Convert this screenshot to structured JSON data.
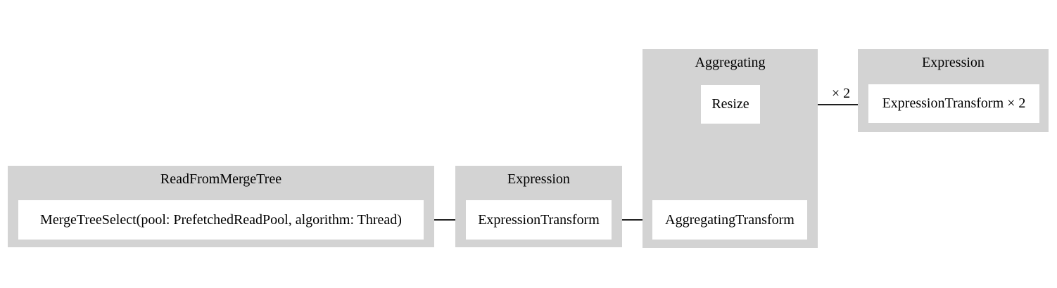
{
  "colors": {
    "background": "#ffffff",
    "cluster_fill": "#d3d3d3",
    "node_fill": "#ffffff",
    "edge_color": "#000000",
    "text_color": "#000000"
  },
  "diagram": {
    "type": "query-pipeline-graph",
    "clusters": [
      {
        "title": "ReadFromMergeTree",
        "nodes": [
          {
            "label": "MergeTreeSelect(pool: PrefetchedReadPool, algorithm: Thread)"
          }
        ]
      },
      {
        "title": "Expression",
        "nodes": [
          {
            "label": "ExpressionTransform"
          }
        ]
      },
      {
        "title": "Aggregating",
        "nodes": [
          {
            "label": "Resize"
          },
          {
            "label": "AggregatingTransform"
          }
        ]
      },
      {
        "title": "Expression",
        "nodes": [
          {
            "label": "ExpressionTransform × 2"
          }
        ]
      }
    ],
    "edges": [
      {
        "from": "MergeTreeSelect(pool: PrefetchedReadPool, algorithm: Thread)",
        "to": "ExpressionTransform",
        "label": ""
      },
      {
        "from": "ExpressionTransform",
        "to": "AggregatingTransform",
        "label": ""
      },
      {
        "from": "AggregatingTransform",
        "to": "Resize",
        "label": ""
      },
      {
        "from": "Resize",
        "to": "ExpressionTransform × 2",
        "label": "× 2"
      }
    ]
  }
}
